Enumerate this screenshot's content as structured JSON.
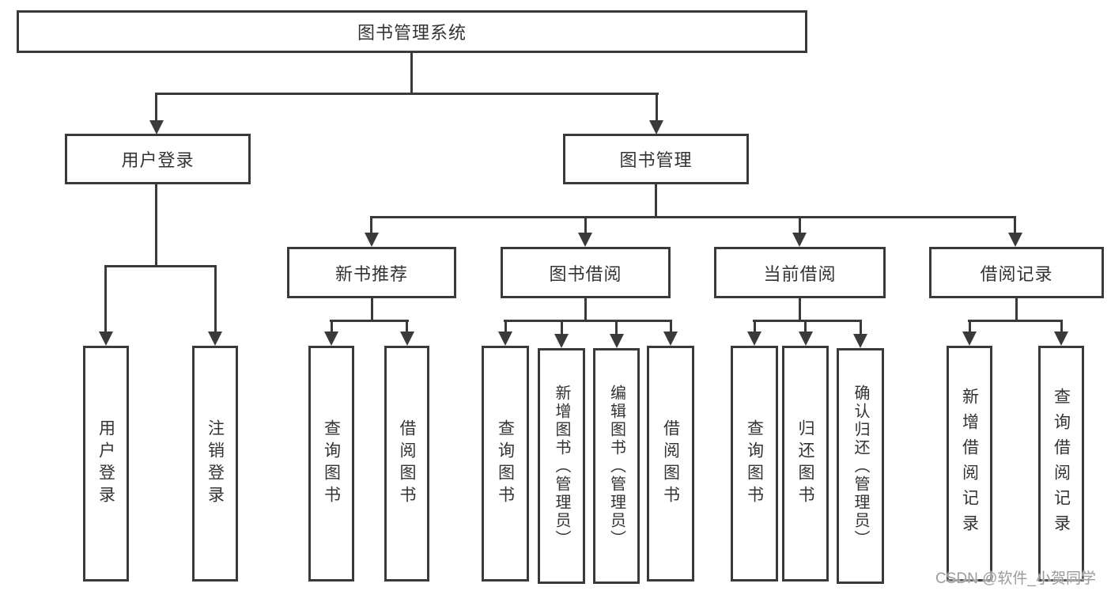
{
  "diagram": {
    "root": {
      "label": "图书管理系统"
    },
    "level2": {
      "user_login": {
        "label": "用户登录"
      },
      "book_mgmt": {
        "label": "图书管理"
      }
    },
    "level3": {
      "new_book": {
        "label": "新书推荐"
      },
      "book_borrow": {
        "label": "图书借阅"
      },
      "current_borrow": {
        "label": "当前借阅"
      },
      "borrow_record": {
        "label": "借阅记录"
      }
    },
    "leaves": {
      "user_login_1": {
        "label": "用户登录"
      },
      "user_login_2": {
        "label": "注销登录"
      },
      "new_book_1": {
        "label": "查询图书"
      },
      "new_book_2": {
        "label": "借阅图书"
      },
      "book_borrow_1": {
        "label": "查询图书"
      },
      "book_borrow_2": {
        "label": "新增图书（管理员）"
      },
      "book_borrow_3": {
        "label": "编辑图书（管理员）"
      },
      "book_borrow_4": {
        "label": "借阅图书"
      },
      "current_borrow_1": {
        "label": "查询图书"
      },
      "current_borrow_2": {
        "label": "归还图书"
      },
      "current_borrow_3": {
        "label": "确认归还（管理员）"
      },
      "borrow_record_1": {
        "label": "新增借阅记录"
      },
      "borrow_record_2": {
        "label": "查询借阅记录"
      }
    },
    "watermark": "CSDN @软件_小贺同学",
    "colors": {
      "line": "#3a3a3a",
      "text": "#333333",
      "watermark": "#9b9b9b",
      "background": "#ffffff"
    }
  }
}
